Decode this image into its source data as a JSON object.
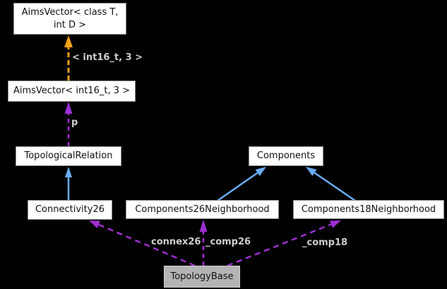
{
  "diagram": {
    "type": "class-collaboration-graph",
    "background": "#000000",
    "colors": {
      "node_fill": "#ffffff",
      "node_border": "#8c8c8c",
      "node_text": "#101010",
      "focus_node_fill": "#b4b4b4",
      "focus_node_border": "#cfcfcf",
      "inheritance_edge": "#6aacf3",
      "usage_edge": "#9e30d2",
      "template_edge": "#f5a216",
      "edge_label_text": "#cfcfcf"
    },
    "nodes": {
      "aimsvector_template": {
        "label": "AimsVector< class T,\nint D >"
      },
      "aimsvector_int16": {
        "label": "AimsVector< int16_t, 3 >"
      },
      "topological_relation": {
        "label": "TopologicalRelation"
      },
      "components": {
        "label": "Components"
      },
      "connectivity26": {
        "label": "Connectivity26"
      },
      "components26": {
        "label": "Components26Neighborhood"
      },
      "components18": {
        "label": "Components18Neighborhood"
      },
      "topology_base": {
        "label": "TopologyBase"
      }
    },
    "edges": [
      {
        "from": "aimsvector_int16",
        "to": "aimsvector_template",
        "style": "orange-dashed",
        "label": "< int16_t, 3 >"
      },
      {
        "from": "topological_relation",
        "to": "aimsvector_int16",
        "style": "purple-dashed",
        "label": "p"
      },
      {
        "from": "connectivity26",
        "to": "topological_relation",
        "style": "blue-solid",
        "label": ""
      },
      {
        "from": "components26",
        "to": "components",
        "style": "blue-solid",
        "label": ""
      },
      {
        "from": "components18",
        "to": "components",
        "style": "blue-solid",
        "label": ""
      },
      {
        "from": "topology_base",
        "to": "connectivity26",
        "style": "purple-dashed",
        "label": "connex26"
      },
      {
        "from": "topology_base",
        "to": "components26",
        "style": "purple-dashed",
        "label": "_comp26"
      },
      {
        "from": "topology_base",
        "to": "components18",
        "style": "purple-dashed",
        "label": "_comp18"
      }
    ],
    "edge_labels": {
      "template_args": "< int16_t, 3 >",
      "p": "p",
      "connex26": "connex26",
      "comp26": "_comp26",
      "comp18": "_comp18"
    }
  }
}
